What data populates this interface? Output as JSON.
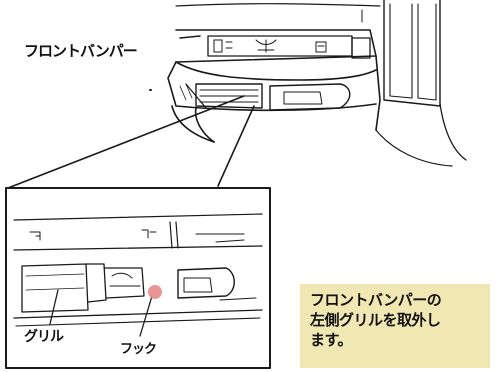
{
  "labels": {
    "front_bumper": "フロントバンパー",
    "grille": "グリル",
    "hook": "フック"
  },
  "instruction": "フロントバンパーの\n左側グリルを取外し\nます。",
  "colors": {
    "line": "#1a1a1a",
    "hook_marker": "#e88a8a",
    "note_background": "#f1e7b3",
    "background": "#ffffff"
  }
}
